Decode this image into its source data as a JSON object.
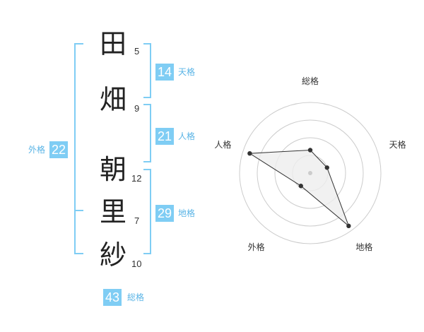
{
  "characters": [
    {
      "char": "田",
      "strokes": "5"
    },
    {
      "char": "畑",
      "strokes": "9"
    },
    {
      "char": "朝",
      "strokes": "12"
    },
    {
      "char": "里",
      "strokes": "7"
    },
    {
      "char": "紗",
      "strokes": "10"
    }
  ],
  "fortune": {
    "tenkaku": {
      "value": "14",
      "label": "天格"
    },
    "jinkaku": {
      "value": "21",
      "label": "人格"
    },
    "chikaku": {
      "value": "29",
      "label": "地格"
    },
    "gaikaku": {
      "value": "22",
      "label": "外格"
    },
    "soukaku": {
      "value": "43",
      "label": "総格"
    }
  },
  "chart_data": {
    "type": "radar",
    "axes": [
      "総格",
      "天格",
      "地格",
      "外格",
      "人格"
    ],
    "values": [
      1.3,
      1.0,
      3.7,
      0.9,
      3.6
    ],
    "rmax": 4,
    "rings": 4,
    "colors": {
      "ring": "#cccccc",
      "line": "#333333",
      "fill": "#eeeeee",
      "point": "#333333",
      "center": "#cccccc"
    }
  }
}
